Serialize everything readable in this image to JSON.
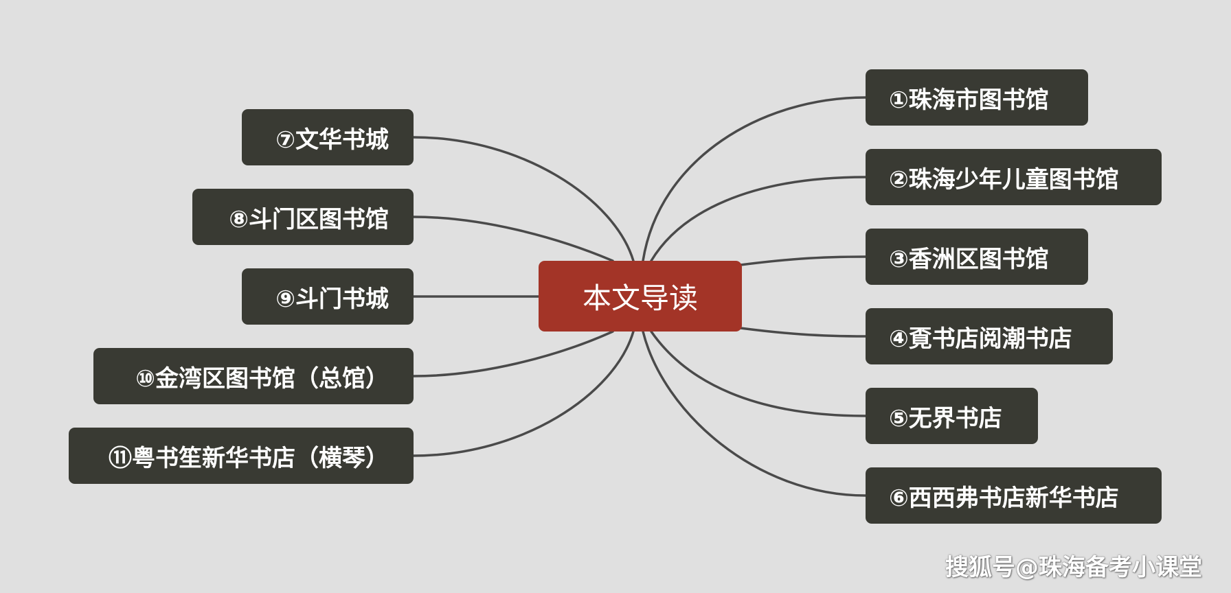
{
  "diagram": {
    "center": {
      "label": "本文导读",
      "color": "#a33427"
    },
    "right_branches": [
      "①珠海市图书馆",
      "②珠海少年儿童图书馆",
      "③香洲区图书馆",
      "④覔书店阅潮书店",
      "⑤无界书店",
      "⑥西西弗书店新华书店"
    ],
    "left_branches": [
      "⑦文华书城",
      "⑧斗门区图书馆",
      "⑨斗门书城",
      "⑩金湾区图书馆（总馆）",
      "⑪粤书笙新华书店（横琴）"
    ],
    "node_color": "#393a33",
    "line_color": "#4a4a4a"
  },
  "watermark": "搜狐号@珠海备考小课堂"
}
